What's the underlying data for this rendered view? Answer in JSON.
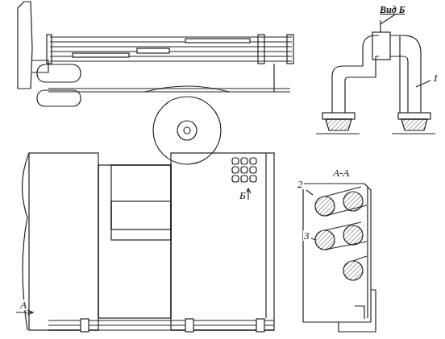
{
  "diagram": {
    "labels": [
      "Вид Б",
      "1",
      "А-А",
      "2",
      "3",
      "Б",
      "А"
    ]
  }
}
